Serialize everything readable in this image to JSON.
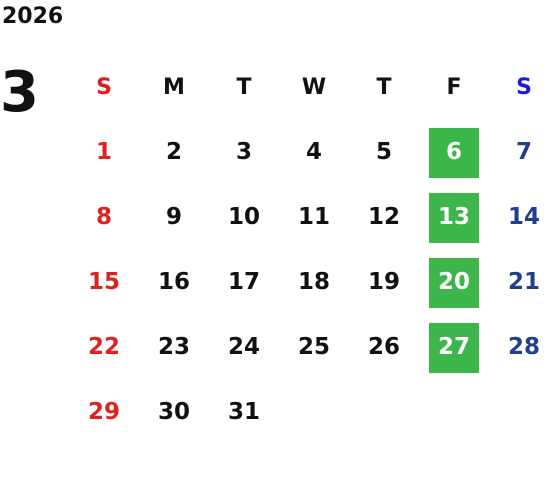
{
  "calendar": {
    "year": "2026",
    "month": "3",
    "weekdays": [
      "S",
      "M",
      "T",
      "W",
      "T",
      "F",
      "S"
    ],
    "weeks": [
      [
        "1",
        "2",
        "3",
        "4",
        "5",
        "6",
        "7"
      ],
      [
        "8",
        "9",
        "10",
        "11",
        "12",
        "13",
        "14"
      ],
      [
        "15",
        "16",
        "17",
        "18",
        "19",
        "20",
        "21"
      ],
      [
        "22",
        "23",
        "24",
        "25",
        "26",
        "27",
        "28"
      ],
      [
        "29",
        "30",
        "31",
        "",
        "",
        "",
        ""
      ]
    ],
    "highlighted_dates": [
      "6",
      "13",
      "20",
      "27"
    ],
    "colors": {
      "sunday": "#dd2222",
      "saturday": "#1f3f8f",
      "highlight": "#3cb54a",
      "text": "#111111"
    }
  }
}
